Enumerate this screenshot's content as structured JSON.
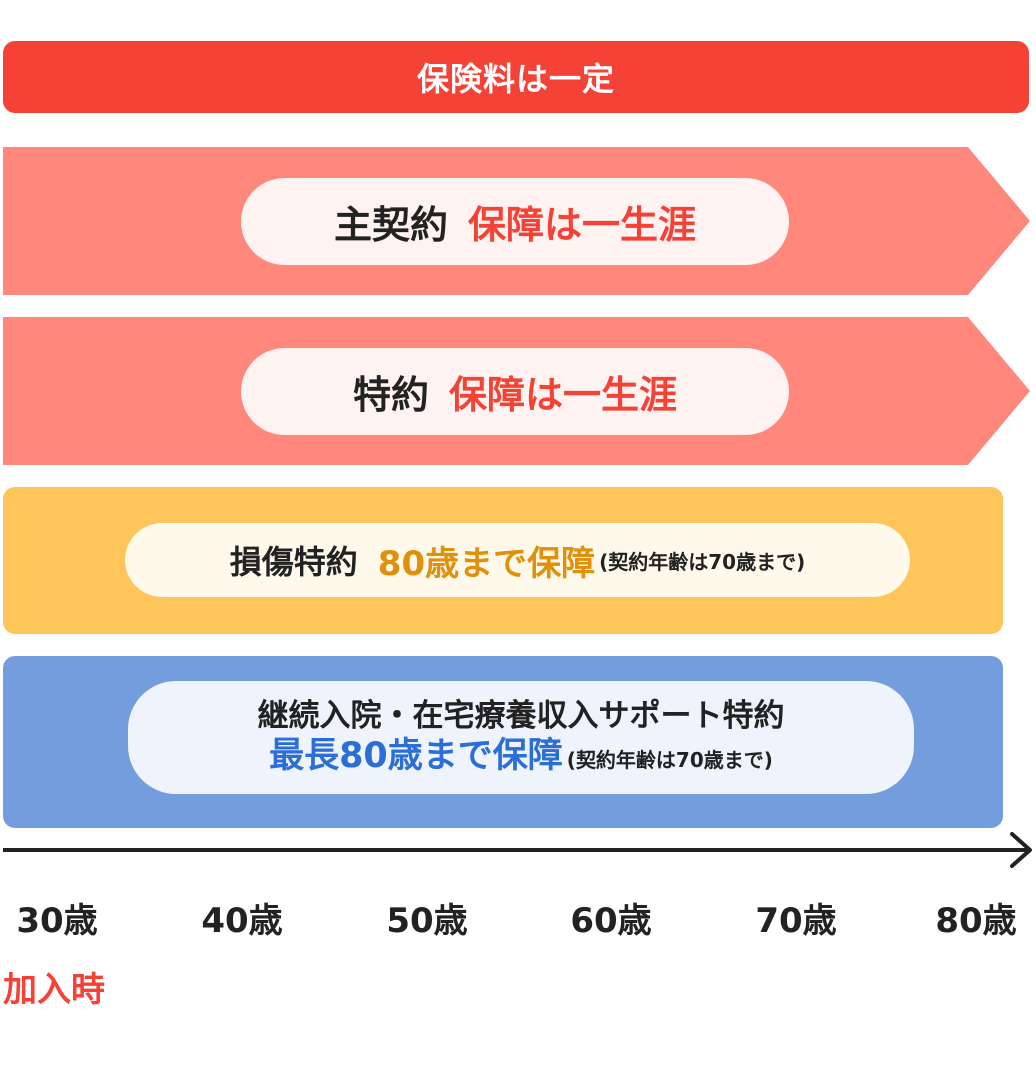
{
  "premium": {
    "label": "保険料は一定"
  },
  "main_contract": {
    "name": "主契約",
    "coverage": "保障は一生涯"
  },
  "special_contract": {
    "name": "特約",
    "coverage": "保障は一生涯"
  },
  "injury_rider": {
    "name": "損傷特約",
    "coverage": "80歳まで保障",
    "note": "(契約年齢は70歳まで)"
  },
  "hospital_rider": {
    "name": "継続入院・在宅療養収入サポート特約",
    "coverage": "最長80歳まで保障",
    "note": "(契約年齢は70歳まで)"
  },
  "axis": {
    "ticks": [
      "30歳",
      "40歳",
      "50歳",
      "60歳",
      "70歳",
      "80歳"
    ],
    "start_label": "加入時"
  },
  "colors": {
    "premium": "#f44336",
    "lifetime_band": "#ff877c",
    "injury_band": "#fdc55a",
    "hospital_band": "#739ddc",
    "orange_text": "#e0900a",
    "blue_text": "#2a6ed6"
  }
}
